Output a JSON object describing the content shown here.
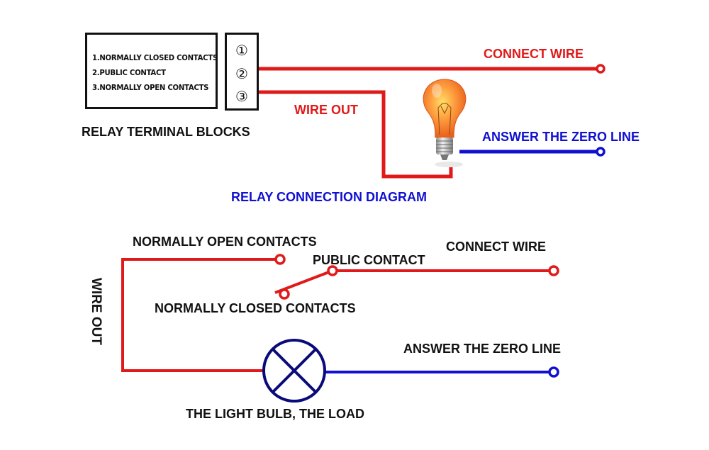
{
  "colors": {
    "live_wire": "#e01a1a",
    "neutral_wire": "#1010d0",
    "lamp_symbol": "#0a0a7a",
    "text_black": "#111111"
  },
  "top_diagram": {
    "legend": {
      "lines": [
        "1.NORMALLY CLOSED CONTACTS",
        "2.PUBLIC CONTACT",
        "3.NORMALLY OPEN CONTACTS"
      ]
    },
    "terminal_block": {
      "terminals": [
        "①",
        "②",
        "③"
      ]
    },
    "caption_terminal_blocks": "RELAY TERMINAL BLOCKS",
    "label_connect_wire": "CONNECT WIRE",
    "label_wire_out": "WIRE OUT",
    "label_zero_line": "ANSWER THE ZERO LINE",
    "title": "RELAY CONNECTION DIAGRAM",
    "bulb_icon": "light-bulb-icon"
  },
  "bottom_diagram": {
    "label_normally_open": "NORMALLY OPEN CONTACTS",
    "label_public_contact": "PUBLIC CONTACT",
    "label_connect_wire": "CONNECT WIRE",
    "label_normally_closed": "NORMALLY CLOSED CONTACTS",
    "label_wire_out": "WIRE OUT",
    "label_zero_line": "ANSWER THE ZERO LINE",
    "label_load": "THE LIGHT BULB, THE LOAD",
    "lamp_icon": "lamp-symbol-icon"
  }
}
